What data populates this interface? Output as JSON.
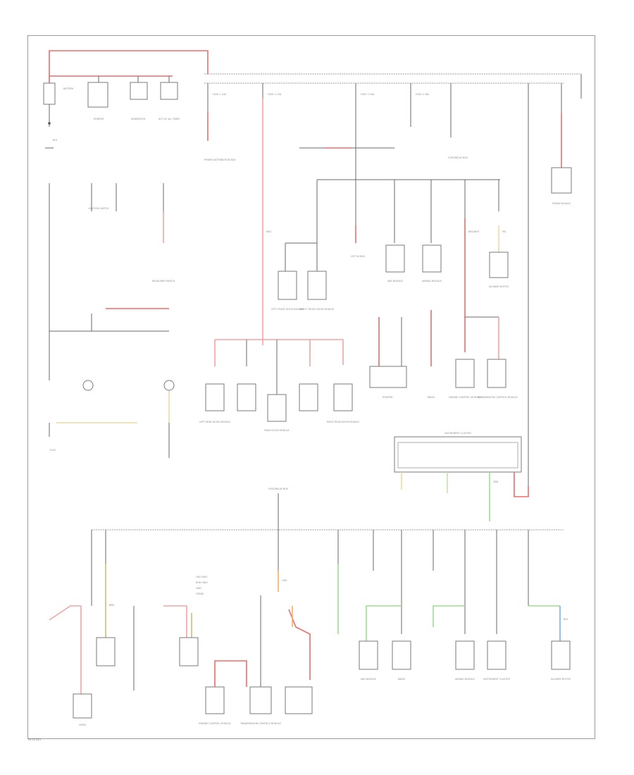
{
  "diagram": {
    "components": {
      "battery": "BATTERY",
      "starter": "STARTER",
      "generator": "GENERATOR",
      "hot_at_all_times": "HOT AT ALL TIMES",
      "hot_in_run": "HOT IN RUN",
      "left_front_door_mod": "LEFT FRONT DOOR MODULE",
      "right_front_door_mod": "RIGHT FRONT DOOR MODULE",
      "rear_door_mod": "REAR DOOR MODULE",
      "left_rear_door_mod": "LEFT REAR DOOR MODULE",
      "right_rear_door_mod": "RIGHT REAR DOOR MODULE",
      "power_dist_box": "POWER DISTRIBUTION BOX",
      "fuse_relay_box": "FUSE/RELAY BOX",
      "headlamp_switch": "HEADLAMP SWITCH",
      "horn": "HORN",
      "instrument_cluster": "INSTRUMENT CLUSTER",
      "transmission_ctrl": "TRANSMISSION CONTROL MODULE",
      "engine_ctrl": "ENGINE CONTROL MODULE",
      "radio": "RADIO",
      "abs_module": "ABS MODULE",
      "airbag_module": "AIRBAG MODULE",
      "blower_motor": "BLOWER MOTOR",
      "ignition_switch": "IGNITION SWITCH",
      "ground": "G101",
      "trunk_module": "TRUNK MODULE"
    },
    "wire_labels": {
      "w1": "RED",
      "w2": "RED/WHT",
      "w3": "BLK",
      "w4": "GRN",
      "w5": "YEL",
      "w6": "BRN",
      "w7": "ORG",
      "w8": "BLU"
    },
    "fuse_labels": {
      "f1": "FUSE 1 10A",
      "f2": "FUSE 2 15A",
      "f3": "FUSE 3 20A",
      "f4": "FUSE 4 30A"
    },
    "legend": {
      "l1": "LHD ONLY",
      "l2": "RHD ONLY",
      "l3": "4WD",
      "l4": "TURBO"
    },
    "colors": {
      "red": "#ef6b6b",
      "pink": "#f3a3a3",
      "green": "#9bdf8e",
      "yellow": "#e9dca0",
      "tan": "#d9b779",
      "orange": "#f0b06a",
      "blue": "#7fb1de",
      "line": "#6a6a6a"
    },
    "footer_code": "W-12345"
  }
}
